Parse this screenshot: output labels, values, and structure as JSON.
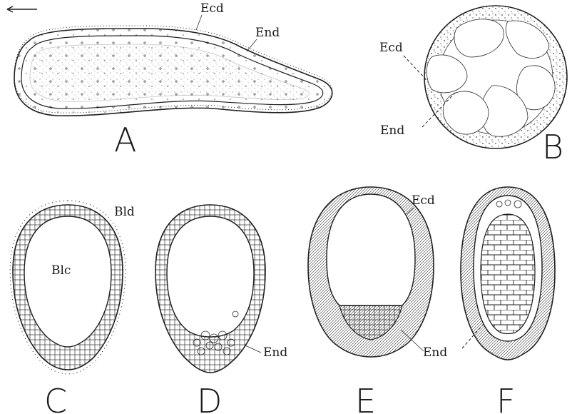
{
  "figure": {
    "panels": [
      {
        "id": "A",
        "letter": "A",
        "labels": [
          "Ecd",
          "End"
        ]
      },
      {
        "id": "B",
        "letter": "B",
        "labels": [
          "Ecd",
          "End"
        ]
      },
      {
        "id": "C",
        "letter": "C",
        "labels": [
          "Bld",
          "Blc"
        ]
      },
      {
        "id": "D",
        "letter": "D",
        "labels": [
          "End"
        ]
      },
      {
        "id": "E",
        "letter": "E",
        "labels": [
          "Ecd",
          "End"
        ]
      },
      {
        "id": "F",
        "letter": "F",
        "labels": []
      }
    ],
    "arrow": "left-arrow"
  }
}
